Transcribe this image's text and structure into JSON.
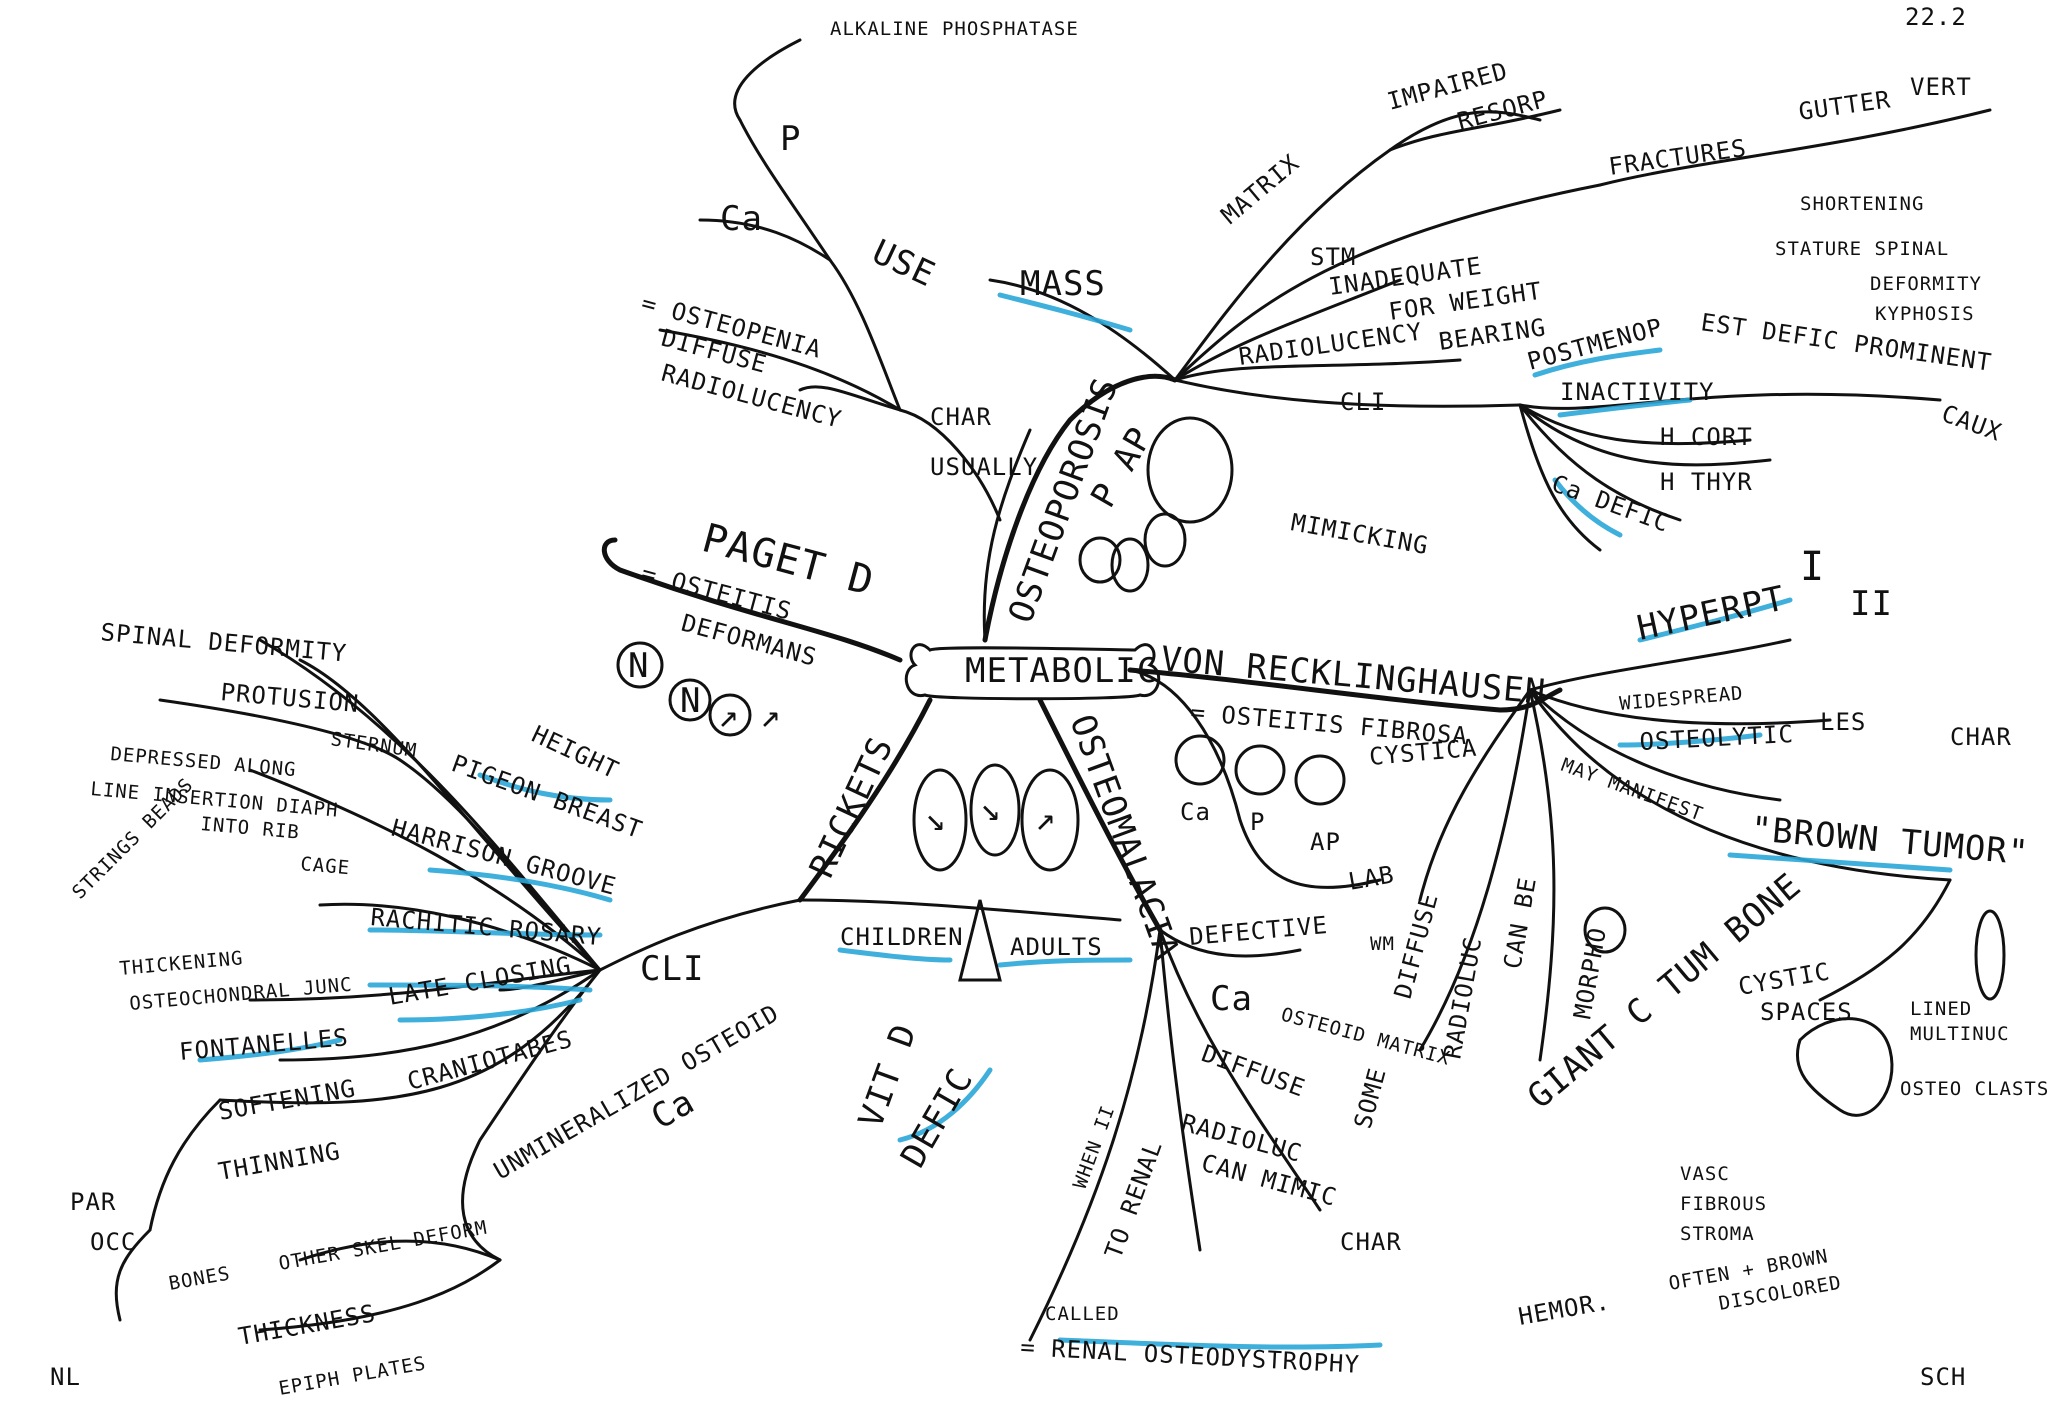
{
  "header": {
    "page_number": "22.2"
  },
  "footer": {
    "left_initials": "NL",
    "right_initials": "SCH"
  },
  "colors": {
    "ink": "#111111",
    "highlight": "#2aa6d8",
    "paper": "#ffffff"
  },
  "center": {
    "label": "METABOLIC"
  },
  "osteoporosis": {
    "title": "OSTEOPOROSIS",
    "lab_letters": "P AP",
    "alk_phosphatase": "ALKALINE PHOSPHATASE",
    "p": "P",
    "ca": "Ca",
    "use": "USE",
    "osteopenia": "= OSTEOPENIA",
    "diffuse": "DIFFUSE",
    "radiolucency_diffuse": "RADIOLUCENCY",
    "char": "CHAR",
    "usually": "USUALLY",
    "mass": "MASS",
    "matrix": "MATRIX",
    "impaired": "IMPAIRED",
    "resorp": "RESORP",
    "fractures": "FRACTURES",
    "gutter": "GUTTER",
    "vert": "VERT",
    "shortening": "SHORTENING",
    "stature_spinal": "STATURE SPINAL",
    "deformity": "DEFORMITY",
    "kyphosis": "KYPHOSIS",
    "stm": "STM",
    "inadequate": "INADEQUATE",
    "for_weight": "FOR WEIGHT",
    "bearing": "BEARING",
    "radiolucency": "RADIOLUCENCY",
    "cli": "CLI",
    "postmenop": "POSTMENOP",
    "est_defic": "EST DEFIC PROMINENT",
    "caux": "CAUX",
    "inactivity": "INACTIVITY",
    "h_cort": "H CORT",
    "h_thyr": "H THYR",
    "ca_defic": "Ca DEFIC",
    "mimicking": "MIMICKING"
  },
  "paget": {
    "title": "PAGET D",
    "osteitis": "= OSTEITIS",
    "deformans": "DEFORMANS",
    "labs": [
      "N",
      "N",
      "↗",
      "↗"
    ]
  },
  "von_recklinghausen": {
    "title": "VON RECKLINGHAUSEN",
    "osteitis_fibrosa": "= OSTEITIS FIBROSA",
    "cystica": "CYSTICA",
    "ca": "Ca",
    "p": "P",
    "ap": "AP",
    "lab": "LAB",
    "hyperpt": "HYPERPT",
    "hyperpt_types": [
      "I",
      "II"
    ],
    "widespread": "WIDESPREAD",
    "osteolytic": "OSTEOLYTIC",
    "les": "LES",
    "char": "CHAR",
    "may_manifest": "MAY MANIFEST",
    "brown_tumor": "\"BROWN TUMOR\"",
    "can_be": "CAN BE",
    "radiolucent": "RADIOLUC",
    "morpho": "MORPHO",
    "giant_cell_bone": "GIANT C TUM BONE",
    "cystic": "CYSTIC",
    "spaces": "SPACES",
    "lined": "LINED",
    "multinuc": "MULTINUC",
    "osteoclasts": "OSTEO CLASTS",
    "vasc": "VASC",
    "fibrous": "FIBROUS",
    "stroma": "STROMA",
    "often_brown": "OFTEN + BROWN",
    "discolored": "DISCOLORED",
    "hemor": "HEMOR.",
    "some": "SOME",
    "diffuse": "DIFFUSE"
  },
  "osteomalacia": {
    "title": "OSTEOMALACIA",
    "defective": "DEFECTIVE",
    "ca": "Ca",
    "w": "WM",
    "osteoid_matrix": "OSTEOID MATRIX",
    "diffuse": "DIFFUSE",
    "radioluc": "RADIOLUC",
    "can_mimic": "CAN MIMIC",
    "char": "CHAR",
    "when_ii": "WHEN II",
    "to_renal": "TO RENAL",
    "called": "CALLED",
    "renal_osteo": "= RENAL OSTEODYSTROPHY"
  },
  "rickets": {
    "title": "RICKETS",
    "labs": [
      "↘",
      "↘",
      "↗"
    ],
    "children": "CHILDREN",
    "adults": "ADULTS",
    "vit_d": "VIT D",
    "defic": "DEFIC",
    "cli": "CLI",
    "unmineralized": "UNMINERALIZED OSTEOID",
    "ca": "Ca",
    "height": "HEIGHT",
    "spinal_deformity": "SPINAL DEFORMITY",
    "protrusion": "PROTUSION",
    "sternum": "STERNUM",
    "pigeon_breast": "PIGEON BREAST",
    "depressed_along": "DEPRESSED ALONG",
    "line": "LINE INSERTION DIAPH",
    "into_rib": "INTO RIB",
    "cage": "CAGE",
    "harrison": "HARRISON GROOVE",
    "strings_beads": "STRINGS BEADS",
    "rachitic_rosary": "RACHITIC ROSARY",
    "thickening": "THICKENING",
    "osteochondral": "OSTEOCHONDRAL JUNC",
    "fontanelles": "FONTANELLES",
    "late_closing": "LATE CLOSING",
    "softening": "SOFTENING",
    "craniotabes": "CRANIOTABES",
    "thinning": "THINNING",
    "par": "PAR",
    "occ": "OCC",
    "bones": "BONES",
    "other_skel": "OTHER SKEL DEFORM",
    "thickness": "THICKNESS",
    "epiph_plates": "EPIPH PLATES"
  }
}
